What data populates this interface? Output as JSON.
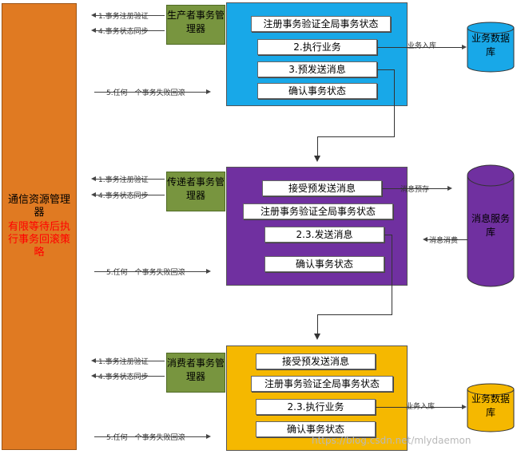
{
  "left_manager": {
    "title": "通信资源管理器",
    "note": "有限等待后执行事务回滚策略"
  },
  "messages": {
    "register": "1.事务注册验证",
    "sync": "4.事务状态同步",
    "rollback": "5.任何一个事务失败回滚"
  },
  "producer": {
    "manager_label": "生产者事务管理器",
    "steps": [
      "注册事务验证全局事务状态",
      "2.执行业务",
      "3.预发送消息",
      "确认事务状态"
    ]
  },
  "transmitter": {
    "manager_label": "传递者事务管理器",
    "steps": [
      "接受预发送消息",
      "注册事务验证全局事务状态",
      "2.3.发送消息",
      "确认事务状态"
    ]
  },
  "consumer": {
    "manager_label": "消费者事务管理器",
    "steps": [
      "接受预发送消息",
      "注册事务验证全局事务状态",
      "2.3.执行业务",
      "确认事务状态"
    ]
  },
  "side_labels": {
    "biz_store_1": "业务入库",
    "msg_prestore": "消息预存",
    "msg_consume": "消息消费",
    "biz_store_2": "业务入库"
  },
  "databases": {
    "biz_db_1": "业务数据库",
    "msg_db": "消息服务库",
    "biz_db_2": "业务数据库"
  },
  "colors": {
    "left": "#e07a22",
    "manager": "#78953f",
    "producer": "#18a8e8",
    "transmitter": "#7030a0",
    "consumer": "#f5b800",
    "db_blue": "#18a8e8",
    "db_purple": "#7030a0",
    "db_yellow": "#f5b800"
  },
  "watermark": "https://blog.csdn.net/mlydaemon"
}
